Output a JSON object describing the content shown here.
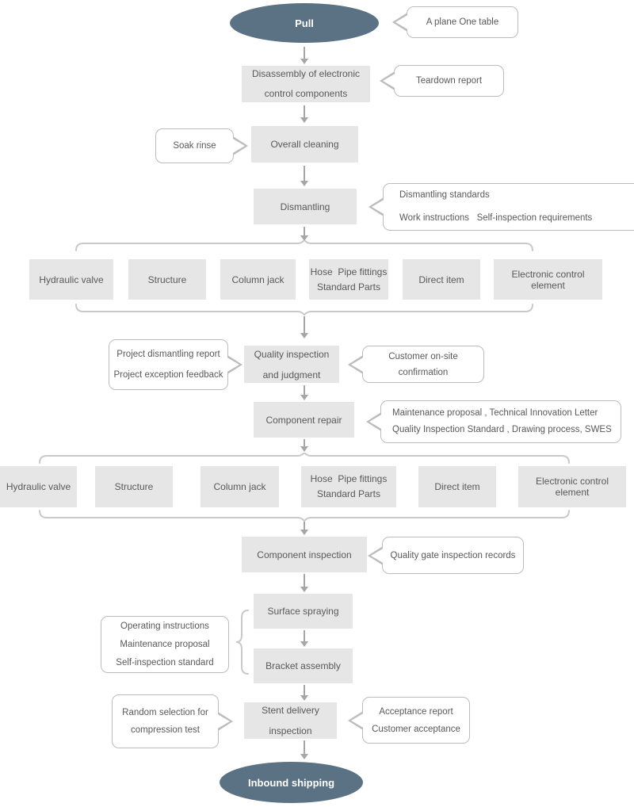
{
  "colors": {
    "oval_fill": "#5b7285",
    "oval_text": "#ffffff",
    "box_fill": "#e6e6e6",
    "box_text": "#595959",
    "callout_border": "#bcbcbc",
    "callout_text": "#595959",
    "arrow": "#a6a6a6",
    "brace": "#c8caca"
  },
  "nodes": {
    "pull": "Pull",
    "disassembly": "Disassembly of electronic\ncontrol components",
    "overall_cleaning": "Overall cleaning",
    "dismantling": "Dismantling",
    "quality_inspection": "Quality inspection\nand judgment",
    "component_repair": "Component repair",
    "component_inspection": "Component inspection",
    "surface_spraying": "Surface spraying",
    "bracket_assembly": "Bracket assembly",
    "stent_delivery": "Stent delivery\ninspection",
    "inbound_shipping": "Inbound shipping"
  },
  "component_categories": [
    "Hydraulic valve",
    "Structure",
    "Column jack",
    "Hose  Pipe fittings\nStandard Parts",
    "Direct item",
    "Electronic control element"
  ],
  "callouts": {
    "plane_table": "A plane One table",
    "teardown_report": "Teardown report",
    "soak_rinse": "Soak rinse",
    "dismantling_docs": "Dismantling standards\nWork instructions   Self-inspection requirements",
    "project_feedback": "Project dismantling report\nProject exception feedback",
    "customer_confirmation": "Customer on-site confirmation",
    "repair_docs": "Maintenance proposal , Technical Innovation Letter\nQuality Inspection Standard , Drawing process, SWES",
    "quality_gate": "Quality gate inspection records",
    "operating_docs": "Operating instructions\nMaintenance proposal\nSelf-inspection standard",
    "compression_test": "Random selection for\ncompression test",
    "acceptance": "Acceptance report\nCustomer acceptance"
  }
}
